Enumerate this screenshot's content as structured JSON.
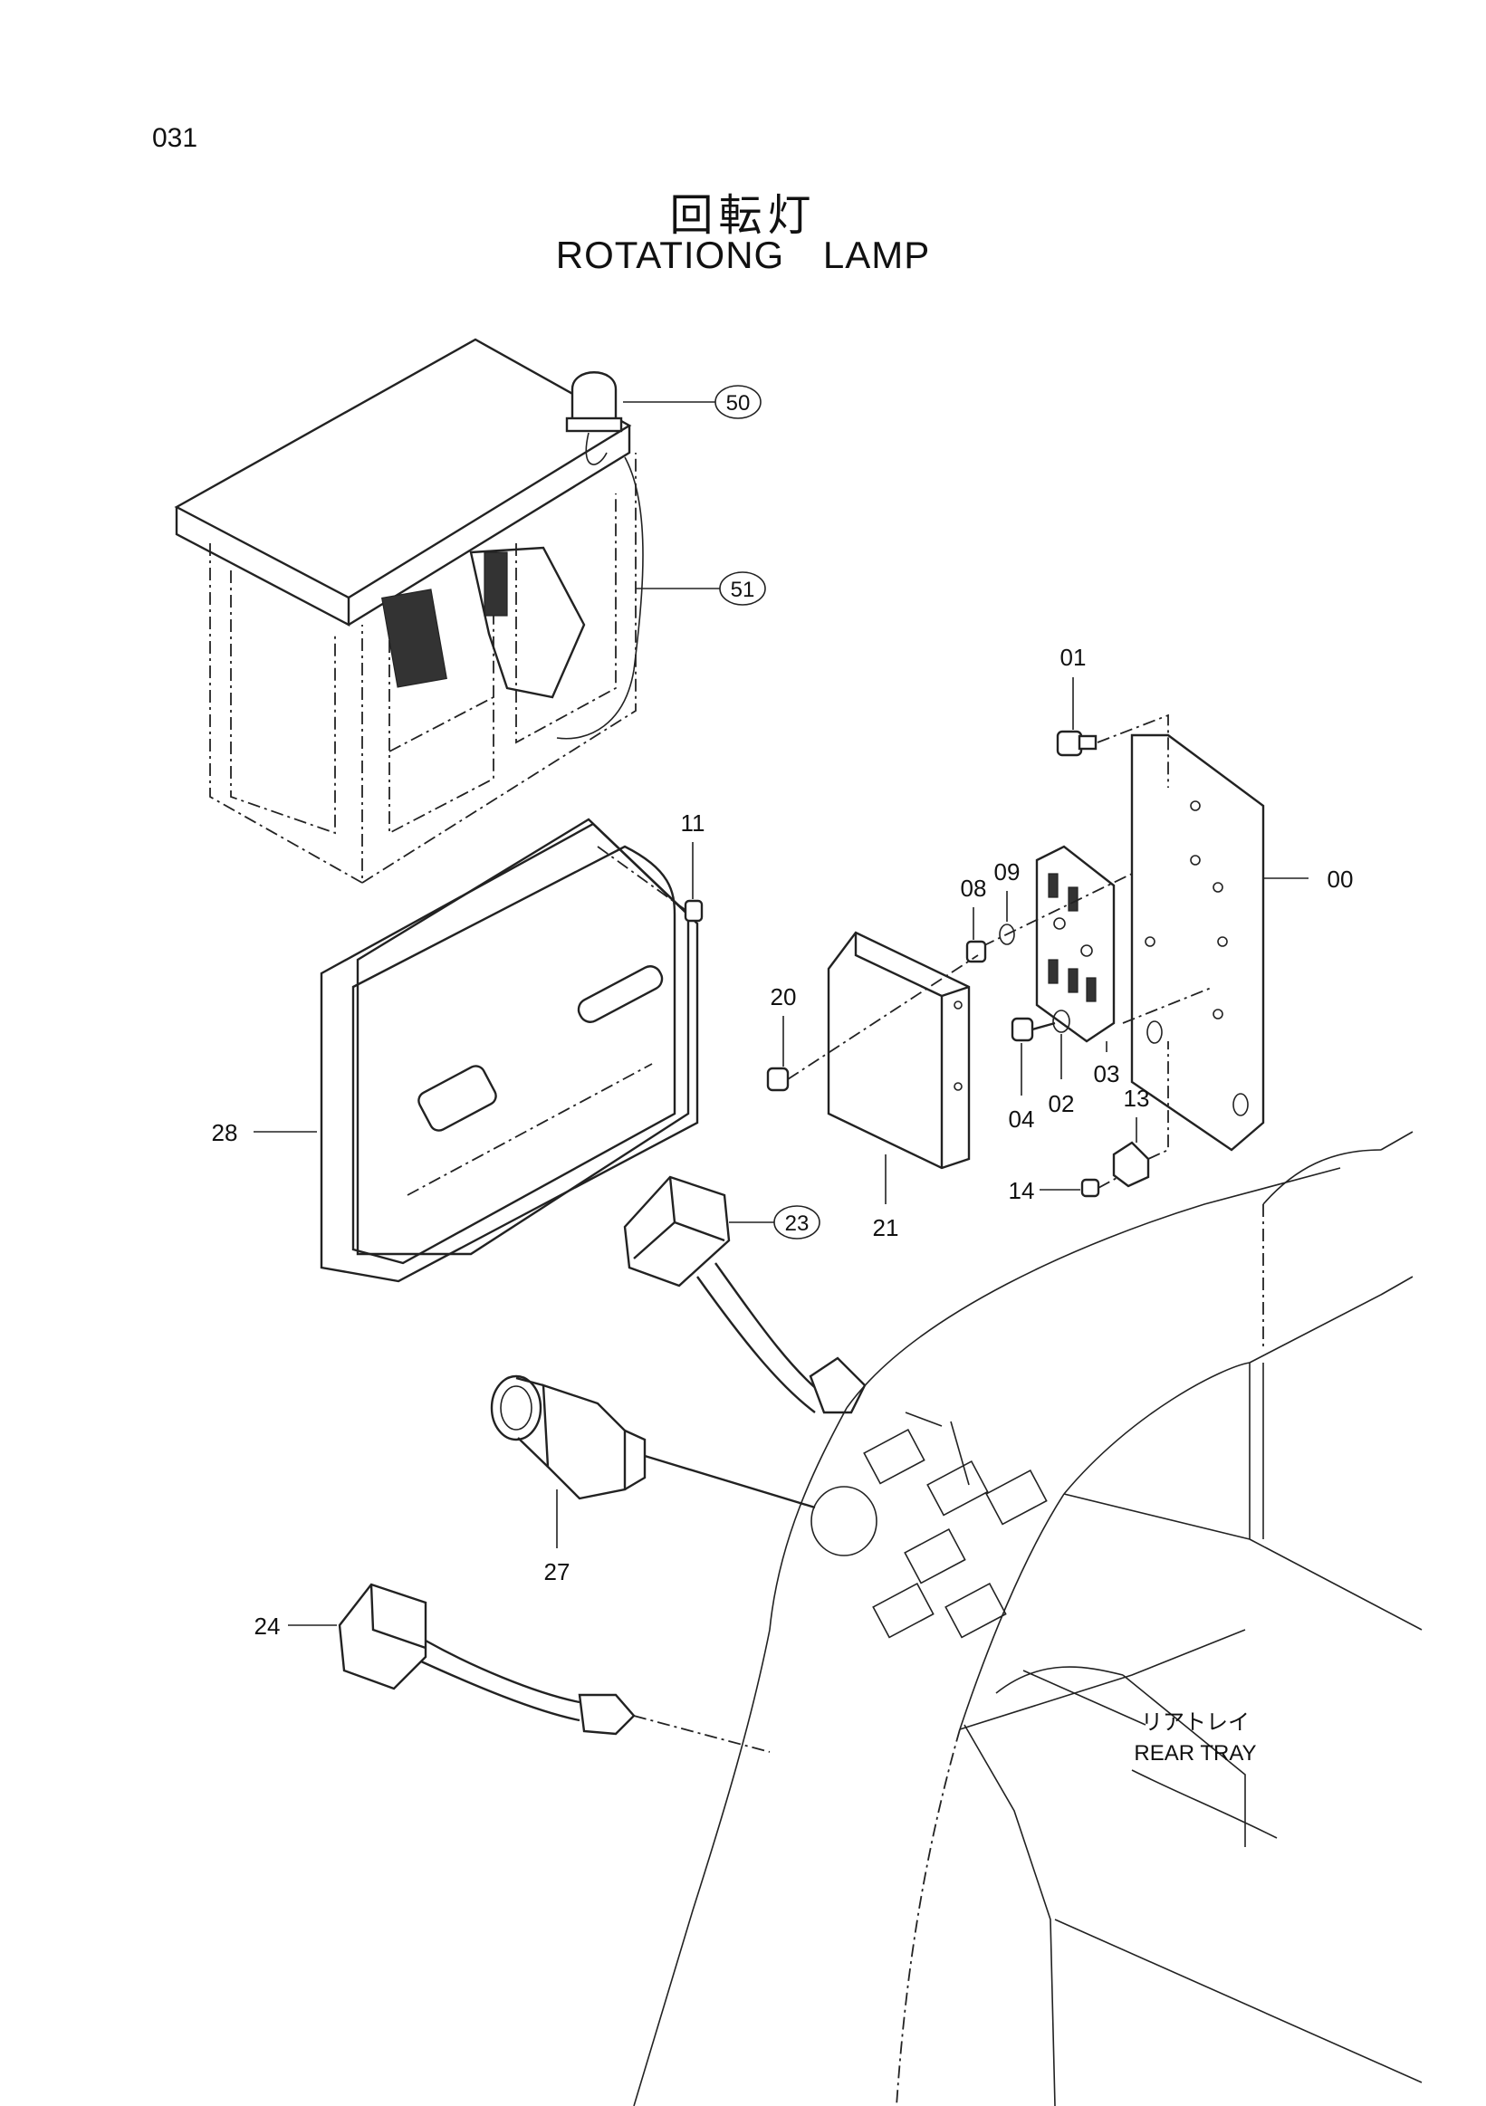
{
  "page_number": "031",
  "title_jp": "回転灯",
  "title_en": "ROTATIONG   LAMP",
  "callouts": {
    "p50": "50",
    "p51": "51",
    "p23": "23"
  },
  "labels": {
    "p01": "01",
    "p00": "00",
    "p11": "11",
    "p08": "08",
    "p09": "09",
    "p20": "20",
    "p03": "03",
    "p04": "04",
    "p02": "02",
    "p13": "13",
    "p28": "28",
    "p14": "14",
    "p21": "21",
    "p27": "27",
    "p24": "24"
  },
  "rear_tray": {
    "jp": "リアトレイ",
    "en": "REAR TRAY"
  }
}
